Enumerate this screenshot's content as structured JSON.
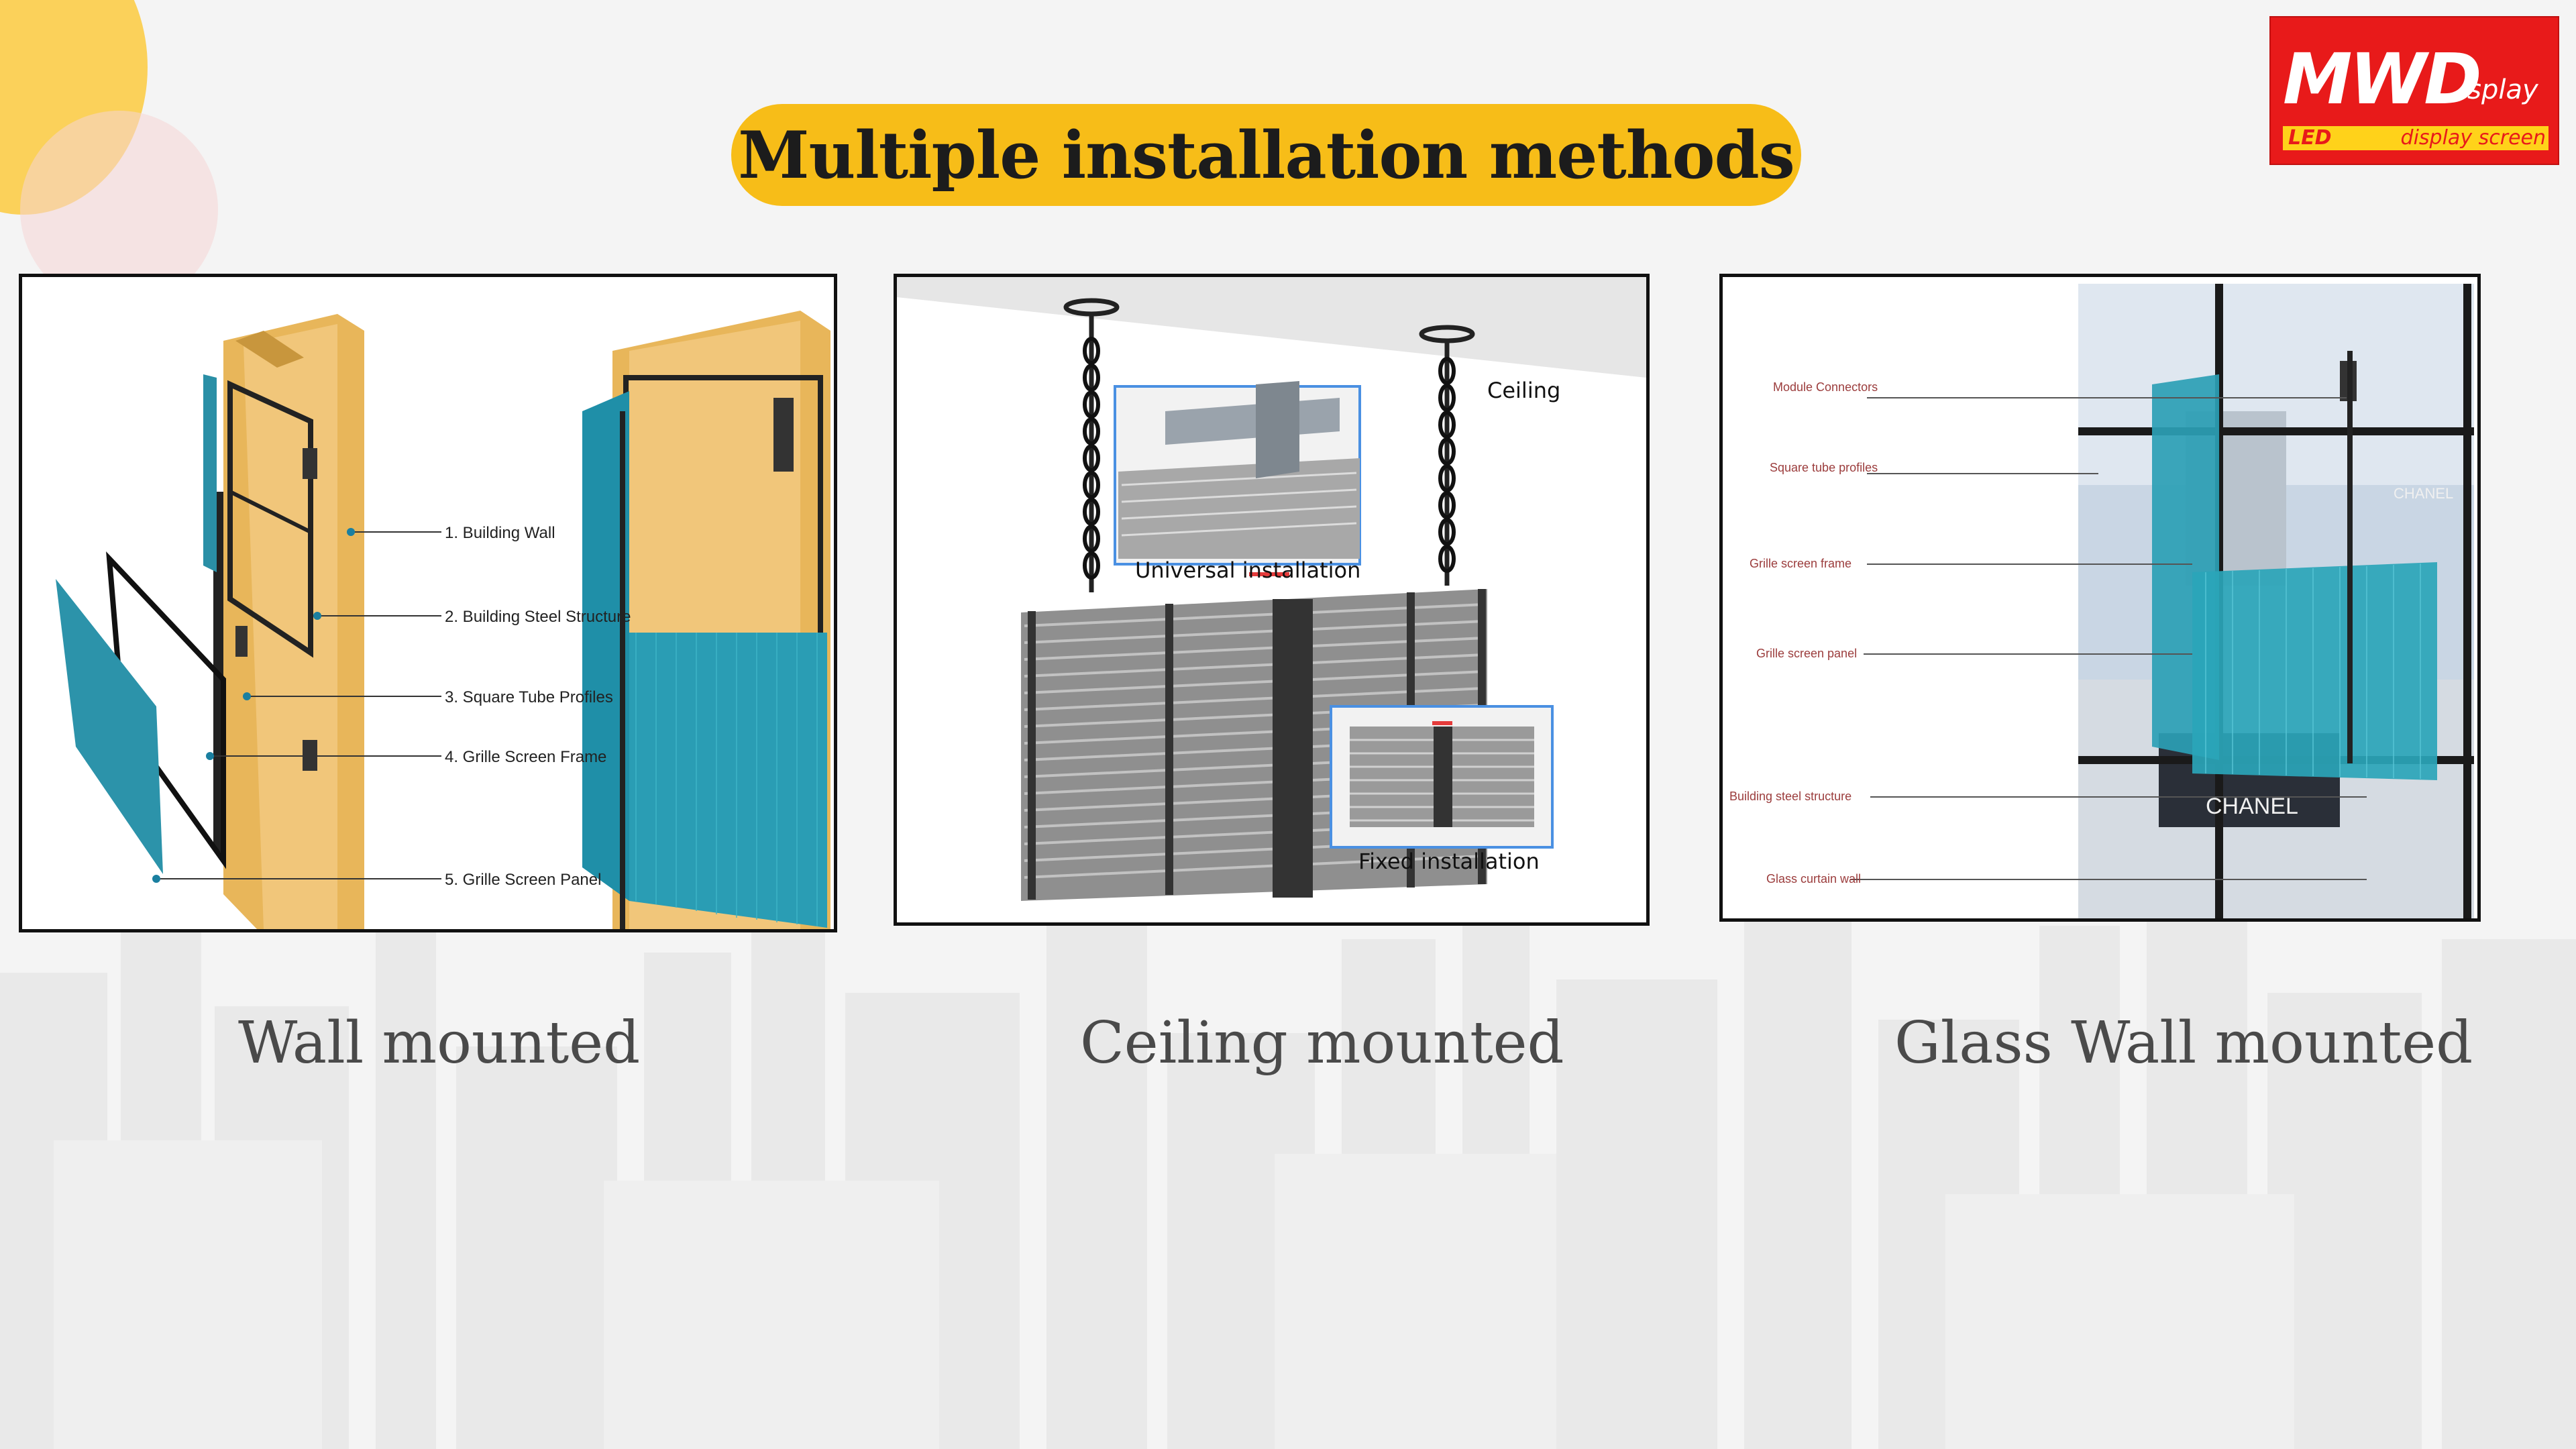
{
  "title": "Multiple installation methods",
  "logo": {
    "main": "MWD",
    "suffix": "isplay",
    "tag_left": "LED",
    "tag_right": "display  screen",
    "brand_color": "#e81a1a",
    "tag_color": "#ffd21a"
  },
  "accent_color": "#f7bd18",
  "methods": [
    {
      "caption": "Wall mounted",
      "labels": [
        "1. Building Wall",
        "2. Building Steel Structure",
        "3. Square Tube Profiles",
        "4. Grille Screen Frame",
        "5. Grille Screen Panel"
      ]
    },
    {
      "caption": "Ceiling mounted",
      "labels": {
        "ceiling": "Ceiling",
        "universal": "Universal installation",
        "fixed": "Fixed installation"
      }
    },
    {
      "caption": "Glass Wall mounted",
      "labels": [
        "Module Connectors",
        "Square tube profiles",
        "Grille screen frame",
        "Grille screen panel",
        "Building steel structure",
        "Glass curtain wall"
      ],
      "signs": [
        "CHANEL",
        "CHANEL"
      ]
    }
  ]
}
